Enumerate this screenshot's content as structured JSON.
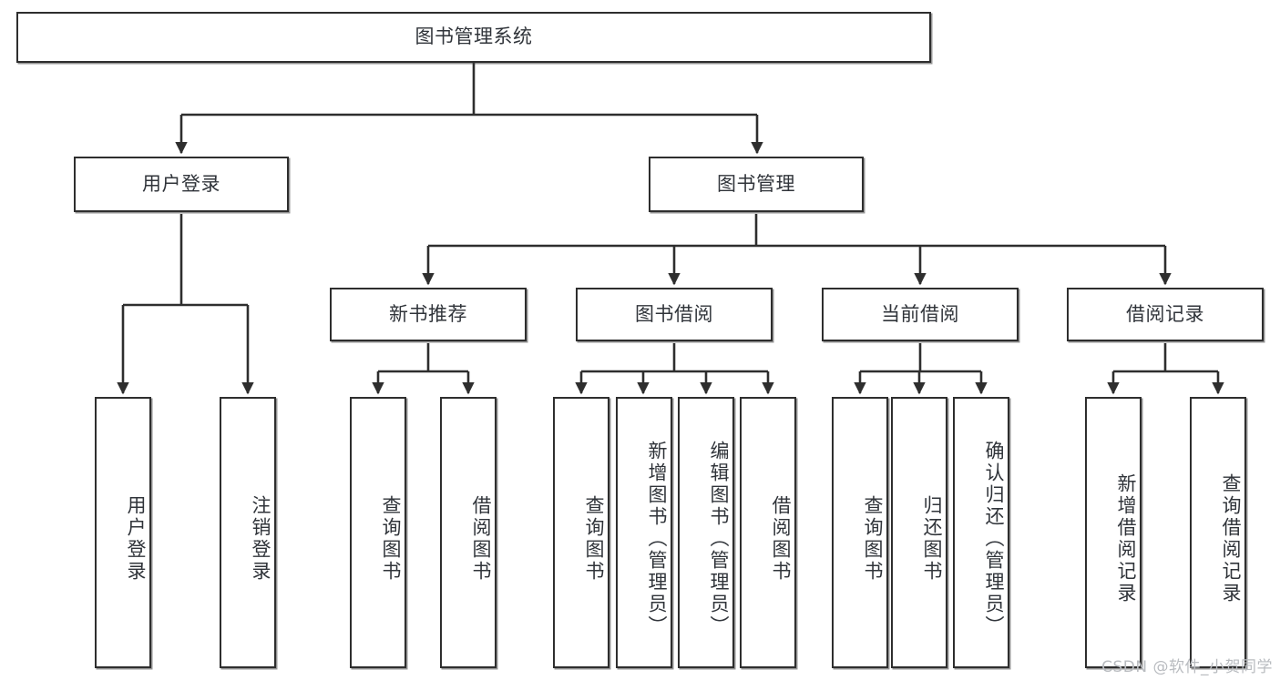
{
  "diagram": {
    "title": "图书管理系统",
    "type": "functional-structure-tree",
    "watermark": "CSDN @软件_小贺同学",
    "colors": {
      "border": "#2e2e2e",
      "text": "#30343a",
      "background": "#ffffff",
      "edge": "#2e2e2e",
      "watermark": "#b9bcc0"
    }
  },
  "nodes": {
    "root": {
      "label": "图书管理系统"
    },
    "level1": [
      {
        "id": "user-login",
        "label": "用户登录"
      },
      {
        "id": "book-manage",
        "label": "图书管理"
      }
    ],
    "level2": [
      {
        "id": "new-book-recommend",
        "label": "新书推荐"
      },
      {
        "id": "book-borrow",
        "label": "图书借阅"
      },
      {
        "id": "current-borrow",
        "label": "当前借阅"
      },
      {
        "id": "borrow-record",
        "label": "借阅记录"
      }
    ],
    "leaves": {
      "user-login": [
        {
          "id": "leaf-user-login",
          "label": "用户登录"
        },
        {
          "id": "leaf-user-logout",
          "label": "注销登录"
        }
      ],
      "new-book-recommend": [
        {
          "id": "leaf-query-book-1",
          "label": "查询图书"
        },
        {
          "id": "leaf-borrow-book-1",
          "label": "借阅图书"
        }
      ],
      "book-borrow": [
        {
          "id": "leaf-query-book-2",
          "label": "查询图书"
        },
        {
          "id": "leaf-add-book",
          "label": "新增图书（管理员）"
        },
        {
          "id": "leaf-edit-book",
          "label": "编辑图书（管理员）"
        },
        {
          "id": "leaf-borrow-book-2",
          "label": "借阅图书"
        }
      ],
      "current-borrow": [
        {
          "id": "leaf-query-book-3",
          "label": "查询图书"
        },
        {
          "id": "leaf-return-book",
          "label": "归还图书"
        },
        {
          "id": "leaf-confirm-return",
          "label": "确认归还（管理员）"
        }
      ],
      "borrow-record": [
        {
          "id": "leaf-add-record",
          "label": "新增借阅记录"
        },
        {
          "id": "leaf-query-record",
          "label": "查询借阅记录"
        }
      ]
    }
  }
}
